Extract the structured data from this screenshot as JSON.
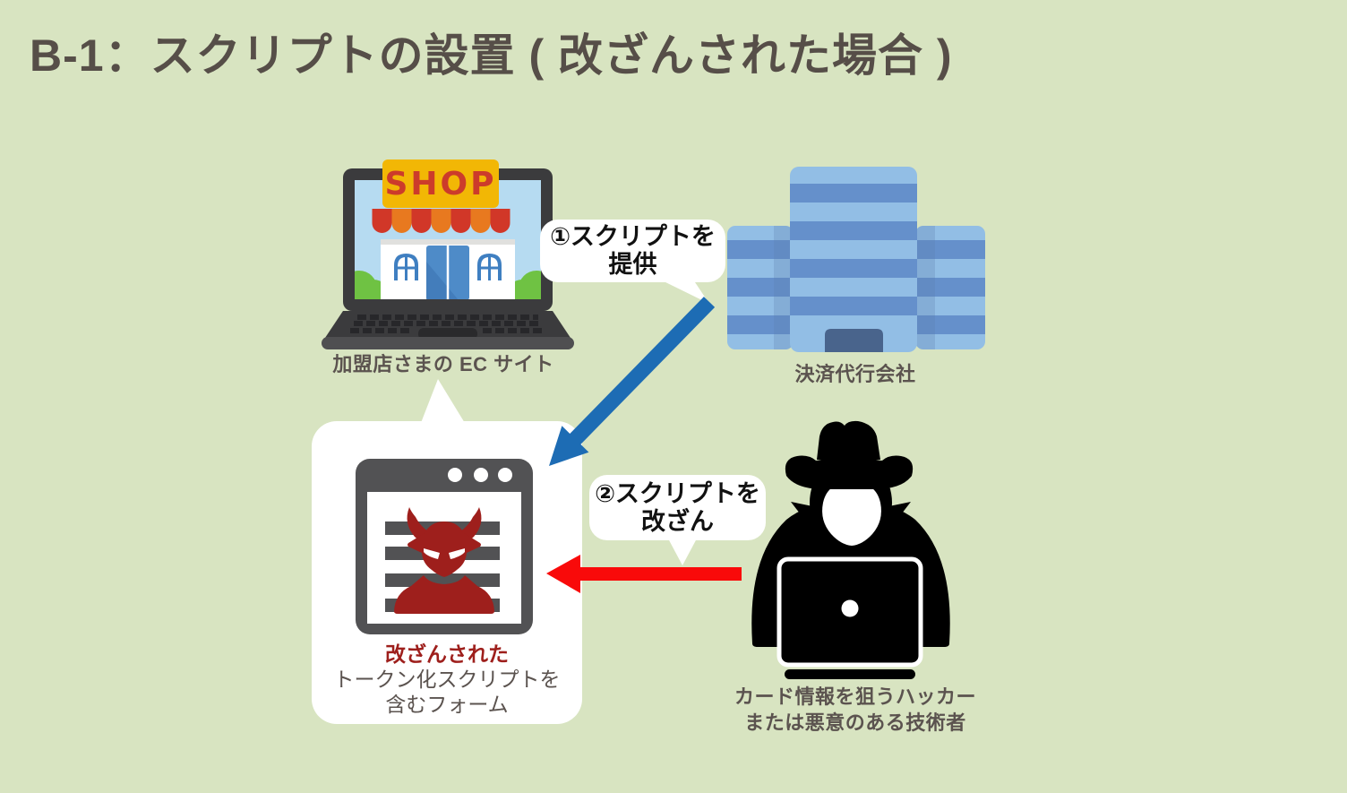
{
  "title": "B-1：スクリプトの設置 ( 改ざんされた場合 )",
  "colors": {
    "background": "#d8e4c1",
    "title_text": "#564e48",
    "caption_text": "#5b534f",
    "callout_text": "#111111",
    "provide_arrow_blue": "#1d6cb4",
    "tamper_arrow_red": "#f90a0a",
    "devil_red": "#9e1f1c",
    "tampered_label_red": "#9e1f1c",
    "card_white": "#ffffff",
    "building_light_blue": "#92bee5",
    "building_dark_blue": "#6590cb",
    "shop_sign_yellow": "#f2b705",
    "shop_sign_letters_red": "#cc3b2b"
  },
  "nodes": {
    "ec_site": {
      "sign": "SHOP",
      "label": "加盟店さまの EC サイト"
    },
    "psp": {
      "label": "決済代行会社"
    },
    "tampered_form": {
      "label_line1": "改ざんされた",
      "label_line2": "トークン化スクリプトを",
      "label_line3": "含むフォーム"
    },
    "hacker": {
      "label_line1": "カード情報を狙うハッカー",
      "label_line2": "または悪意のある技術者"
    }
  },
  "callouts": {
    "step1": {
      "line1": "①スクリプトを",
      "line2": "提供"
    },
    "step2": {
      "line1": "②スクリプトを",
      "line2": "改ざん"
    }
  }
}
